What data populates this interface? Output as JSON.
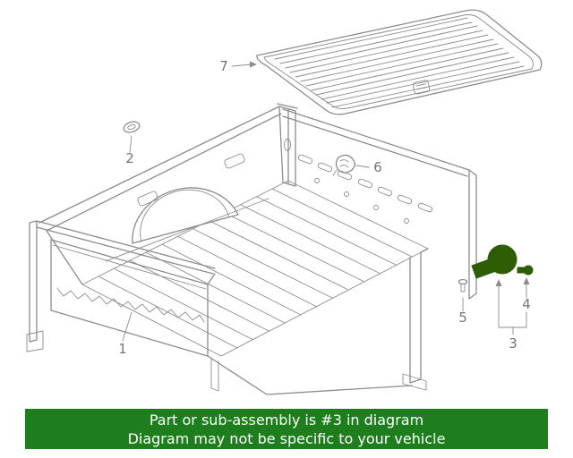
{
  "banner": {
    "line1": "Part or sub-assembly is #3 in diagram",
    "line2": "Diagram may not be specific to your vehicle"
  },
  "callouts": {
    "c1": "1",
    "c2": "2",
    "c3": "3",
    "c4": "4",
    "c5": "5",
    "c6": "6",
    "c7": "7"
  },
  "colors": {
    "line": "#8c8c8c",
    "label": "#757575",
    "highlight": "#2e5d06",
    "banner_bg": "#1e7e1e",
    "banner_text": "#ffffff"
  }
}
